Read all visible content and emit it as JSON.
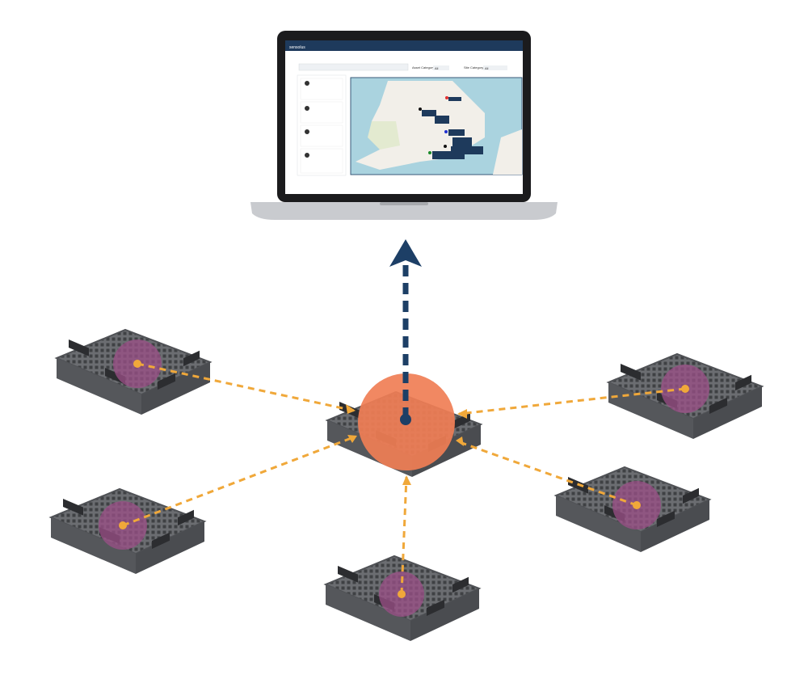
{
  "laptop": {
    "screen": {
      "brand": "sensolus",
      "filters": [
        {
          "label": "Asset Category",
          "value": "All"
        },
        {
          "label": "Site Category",
          "value": "All"
        }
      ]
    }
  },
  "colors": {
    "hub": "#f07e55",
    "tracker": "#9b4f87",
    "signal": "#f0a83a",
    "uplink": "#1d3f66",
    "pallet": "#5e6064"
  },
  "pallets": [
    {
      "name": "pallet-top-left"
    },
    {
      "name": "pallet-top-right"
    },
    {
      "name": "pallet-left"
    },
    {
      "name": "pallet-bottom"
    },
    {
      "name": "pallet-right"
    }
  ]
}
